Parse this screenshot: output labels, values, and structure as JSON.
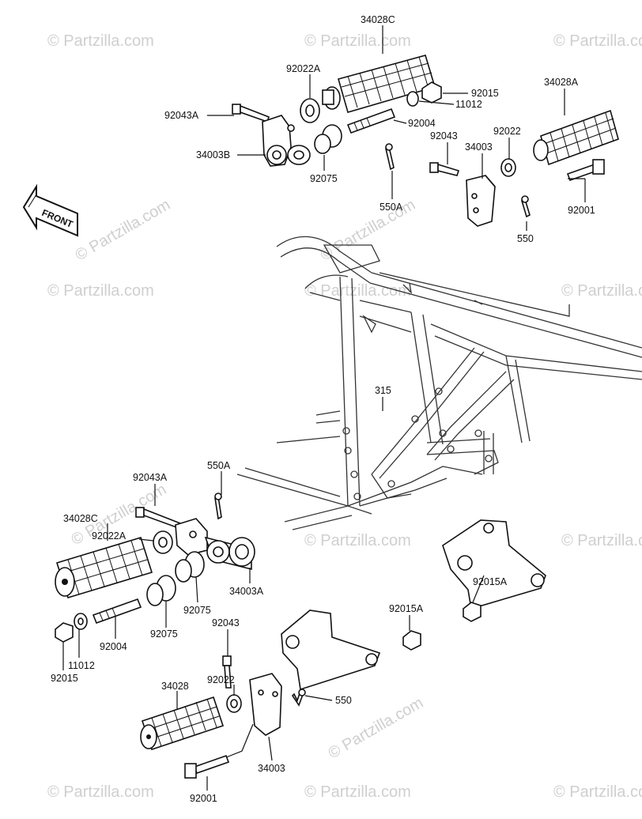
{
  "labels": {
    "l34028C": "34028C",
    "l92022A_top": "92022A",
    "l92015_top": "92015",
    "l11012_top": "11012",
    "l92004_top": "92004",
    "l34028A": "34028A",
    "l92043A_top": "92043A",
    "l34003B": "34003B",
    "l92075_top": "92075",
    "l550A_top": "550A",
    "l92043_top": "92043",
    "l34003_top": "34003",
    "l92022_top": "92022",
    "l92001_top": "92001",
    "l550_top": "550",
    "l315": "315",
    "l550A_mid": "550A",
    "l92043A_mid": "92043A",
    "l34028C_left": "34028C",
    "l92022A_left": "92022A",
    "l34003A": "34003A",
    "l92075_a": "92075",
    "l92075_b": "92075",
    "l92004_left": "92004",
    "l11012_left": "11012",
    "l92015_left": "92015",
    "l92015A_a": "92015A",
    "l92015A_b": "92015A",
    "l92043_bot": "92043",
    "l92022_bot": "92022",
    "l34028": "34028",
    "l550_bot": "550",
    "l34003_bot": "34003",
    "l92001_bot": "92001"
  },
  "front_arrow": "FRONT",
  "watermark": "© Partzilla.com",
  "icons": [
    "front-direction-arrow",
    "footpeg",
    "bracket",
    "bolt",
    "washer",
    "nut",
    "cotter-pin"
  ]
}
